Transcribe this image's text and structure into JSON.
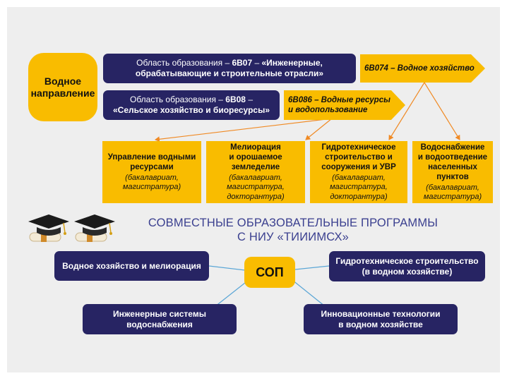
{
  "water_direction": {
    "line1": "Водное",
    "line2": "направление"
  },
  "areas": [
    {
      "prefix": "Область образования – ",
      "code": "6В07",
      "dash": " – ",
      "name_line1": "«Инженерные,",
      "name_line2": "обрабатывающие и строительные отрасли»"
    },
    {
      "prefix": "Область образования – ",
      "code": "6В08",
      "dash": " –",
      "name_line2": "«Сельское хозяйство и биоресурсы»"
    }
  ],
  "arrows": [
    {
      "text": "6В074 – Водное хозяйство"
    },
    {
      "line1": "6В086 – Водные ресурсы",
      "line2": "и водопользование"
    }
  ],
  "programs": [
    {
      "title_lines": [
        "Управление водными",
        "ресурсами"
      ],
      "levels_lines": [
        "(бакалавриат,",
        "магистратура)"
      ]
    },
    {
      "title_lines": [
        "Мелиорация",
        "и орошаемое",
        "земледелие"
      ],
      "levels_lines": [
        "(бакалавриат,",
        "магистратура,",
        "докторантура)"
      ]
    },
    {
      "title_lines": [
        "Гидротехническое",
        "строительство и",
        "сооружения и УВР"
      ],
      "levels_lines": [
        "(бакалавриат,",
        "магистратура,",
        "докторантура)"
      ]
    },
    {
      "title_lines": [
        "Водоснабжение",
        "и водоотведение",
        "населенных пунктов"
      ],
      "levels_lines": [
        "(бакалавриат,",
        "магистратура)"
      ]
    }
  ],
  "joint_heading": {
    "line1": "СОВМЕСТНЫЕ ОБРАЗОВАТЕЛЬНЫЕ ПРОГРАММЫ",
    "line2": "С НИУ «ТИИИМСХ»"
  },
  "sop": {
    "label": "СОП"
  },
  "joint_programs": [
    {
      "lines": [
        "Водное хозяйство и мелиорация"
      ]
    },
    {
      "lines": [
        "Гидротехническое строительство",
        "(в водном хозяйстве)"
      ]
    },
    {
      "lines": [
        "Инженерные системы",
        "водоснабжения"
      ]
    },
    {
      "lines": [
        "Инновационные технологии",
        "в водном хозяйстве"
      ]
    }
  ],
  "icons": [
    "graduation-cap-icon",
    "graduation-cap-icon"
  ],
  "colors": {
    "navy": "#272463",
    "yellow": "#f9bc00",
    "connector_orange": "#f08a24",
    "connector_blue": "#5aa6d6",
    "heading": "#3a3f8f"
  }
}
